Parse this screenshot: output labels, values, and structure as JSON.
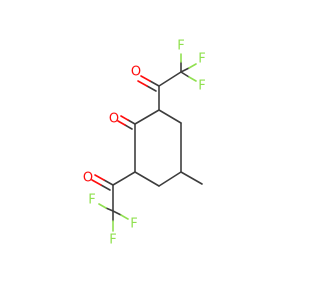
{
  "molecule": {
    "atoms": {
      "o_ketone": "O",
      "o_acyl_top": "O",
      "o_acyl_bottom": "O",
      "f_top_1": "F",
      "f_top_2": "F",
      "f_top_3": "F",
      "f_bottom_1": "F",
      "f_bottom_2": "F",
      "f_bottom_3": "F"
    },
    "colors": {
      "carbon_bond": "#3d3d3d",
      "oxygen": "#ff0d0d",
      "fluorine": "#90e050"
    }
  }
}
